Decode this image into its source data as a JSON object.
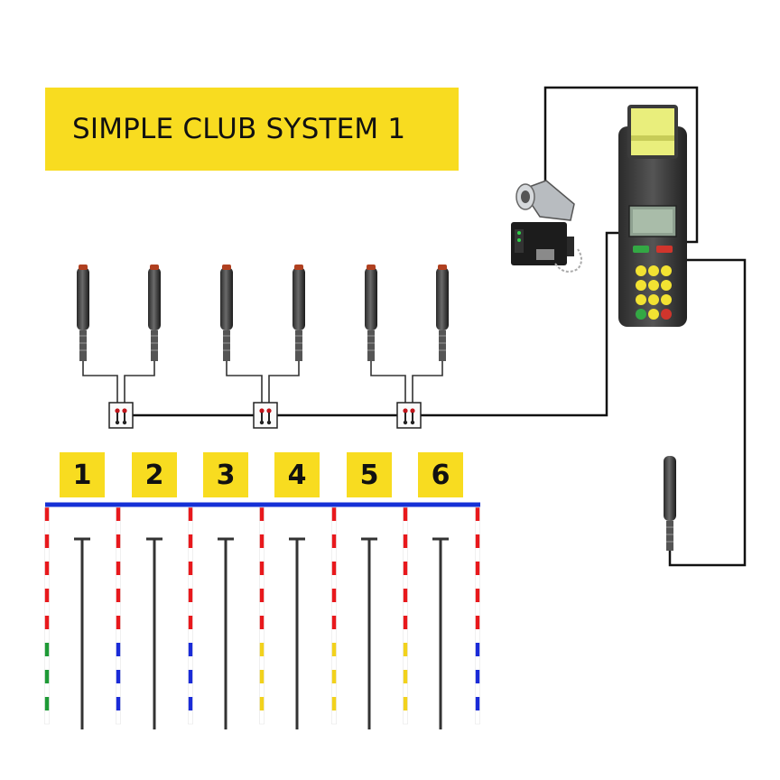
{
  "title": "SIMPLE CLUB SYSTEM 1",
  "lanes": [
    "1",
    "2",
    "3",
    "4",
    "5",
    "6"
  ],
  "colors": {
    "title_background": "#f8dc20",
    "top_rail": "#1530d6",
    "lane_rope_red": "#e8181c",
    "lane_rope_green": "#1e9a36",
    "lane_rope_blue": "#1a2bd8",
    "lane_rope_yellow": "#f2d21c",
    "cable": "#111111"
  },
  "components": {
    "touch_sensors": 6,
    "junction_boxes": 3,
    "timer_console": "timer-console",
    "horn": "start-horn",
    "remote_sensor": "start-sensor"
  }
}
